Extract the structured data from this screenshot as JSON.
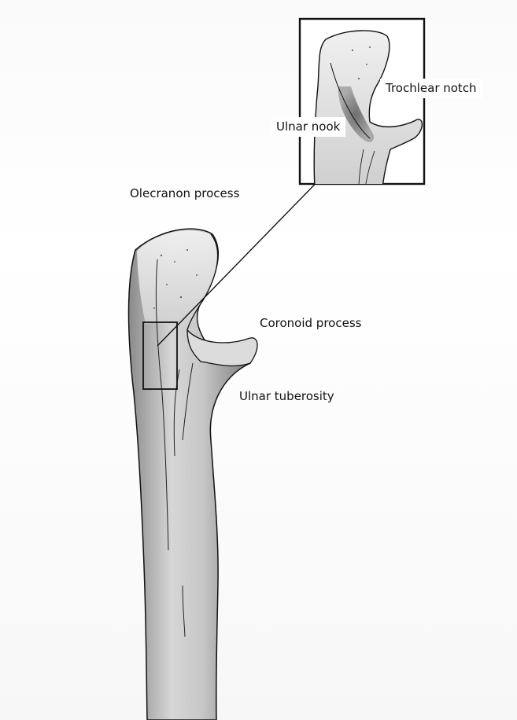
{
  "labels": {
    "trochlear_notch": "Trochlear notch",
    "ulnar_nook": "Ulnar nook",
    "olecranon_process": "Olecranon process",
    "coronoid_process": "Coronoid process",
    "ulnar_tuberosity": "Ulnar tuberosity"
  },
  "colors": {
    "bone_light": "#ececec",
    "bone_mid": "#b8b8b8",
    "bone_dark": "#6f6f6f",
    "outline": "#111111",
    "background": "#ffffff"
  }
}
